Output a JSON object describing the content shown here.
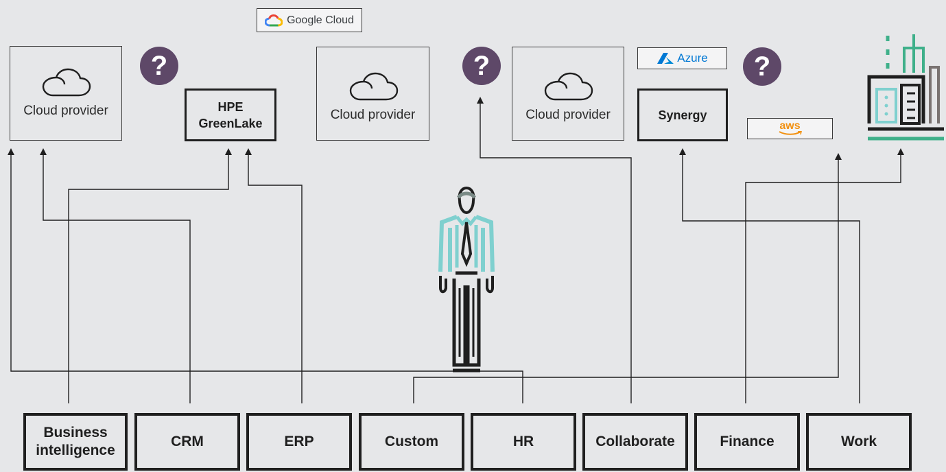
{
  "providers": {
    "p1": "Cloud provider",
    "p2": "Cloud provider",
    "p3": "Cloud provider"
  },
  "platforms": {
    "greenlake_line1": "HPE",
    "greenlake_line2": "GreenLake",
    "synergy": "Synergy"
  },
  "vendors": {
    "google": "Google Cloud",
    "azure": "Azure",
    "aws": "aws"
  },
  "question_mark": "?",
  "apps": {
    "bi_line1": "Business",
    "bi_line2": "intelligence",
    "crm": "CRM",
    "erp": "ERP",
    "custom": "Custom",
    "hr": "HR",
    "collaborate": "Collaborate",
    "finance": "Finance",
    "work": "Work"
  },
  "colors": {
    "background": "#e6e7e9",
    "line": "#1f1f1f",
    "question_badge": "#5e4868",
    "accent_teal": "#7fd0cf",
    "accent_green": "#3fb08a",
    "azure_blue": "#0078d4",
    "aws_orange": "#f29111"
  }
}
